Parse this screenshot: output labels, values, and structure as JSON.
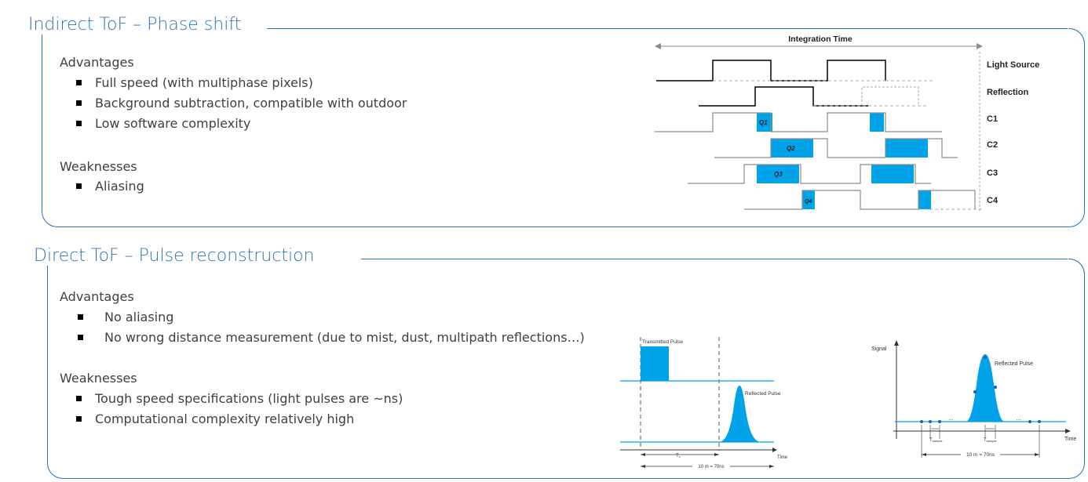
{
  "indirect": {
    "title": "Indirect ToF – Phase shift",
    "advantages_label": "Advantages",
    "advantages": [
      "Full speed (with multiphase pixels)",
      "Background subtraction, compatible with outdoor",
      "Low software complexity"
    ],
    "weaknesses_label": "Weaknesses",
    "weaknesses": [
      "Aliasing"
    ],
    "diagram": {
      "integration_label": "Integration Time",
      "rows": [
        {
          "label": "Light Source"
        },
        {
          "label": "Reflection"
        },
        {
          "label": "C1",
          "q": "Q1"
        },
        {
          "label": "C2",
          "q": "Q2"
        },
        {
          "label": "C3",
          "q": "Q3"
        },
        {
          "label": "C4",
          "q": "Q4"
        }
      ]
    }
  },
  "direct": {
    "title": "Direct ToF – Pulse reconstruction",
    "advantages_label": "Advantages",
    "advantages": [
      "No aliasing",
      "No wrong distance measurement  (due to mist, dust, multipath reflections…)"
    ],
    "weaknesses_label": "Weaknesses",
    "weaknesses": [
      "Tough speed specifications (light pulses are ~ns)",
      "Computational complexity relatively high"
    ],
    "pulse_diagram": {
      "transmitted": "Transmitted Pulse",
      "reflected": "Reflected Pulse",
      "tx": "T",
      "tx_sub": "x",
      "time": "Time",
      "range": "10 m = 70ns"
    },
    "sample_diagram": {
      "signal": "Signal",
      "reflected": "Reflected Pulse",
      "tsample": "T",
      "tsample_sub": "sample",
      "time": "Time",
      "range": "10 m = 70ns",
      "dots": "…"
    }
  },
  "colors": {
    "accent": "#2e74b5",
    "fill": "#00a2e8",
    "gray": "#8c8c8c"
  }
}
